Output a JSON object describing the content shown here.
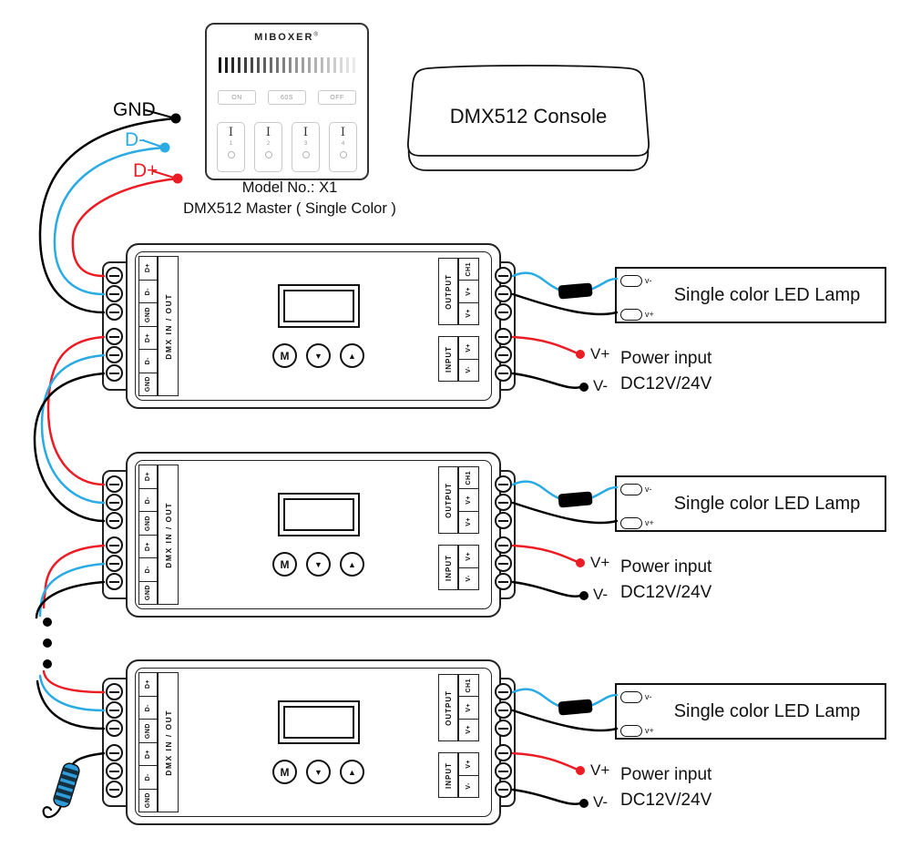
{
  "colors": {
    "wire_black": "#000000",
    "wire_blue": "#2aabe4",
    "wire_red": "#ec1c24",
    "resistor_blue": "#2f9ddc"
  },
  "remote": {
    "brand": "MIBOXER",
    "brand_reg": "®",
    "mode_buttons": [
      "ON",
      "60S",
      "OFF"
    ],
    "zone_icon": "I",
    "zone_numbers": [
      "1",
      "2",
      "3",
      "4"
    ],
    "model_line": "Model No.: X1",
    "type_line": "DMX512 Master ( Single Color )"
  },
  "console": {
    "label": "DMX512 Console"
  },
  "bus_labels": [
    {
      "text": "GND",
      "color": "#000000"
    },
    {
      "text": "D-",
      "color": "#2aabe4"
    },
    {
      "text": "D+",
      "color": "#ec1c24"
    }
  ],
  "controller": {
    "terminal_labels": [
      "D+",
      "D-",
      "GND",
      "D+",
      "D-",
      "GND"
    ],
    "dmx_io_label": "DMX IN / OUT",
    "buttons": [
      "M",
      "▼",
      "▲"
    ],
    "output_label": "OUTPUT",
    "output_pins": [
      "CH1",
      "V+",
      "V+"
    ],
    "input_label": "INPUT",
    "input_pins": [
      "V+",
      "V-"
    ]
  },
  "lamp": {
    "label": "Single color LED Lamp",
    "neg": "v-",
    "pos": "v+"
  },
  "power": {
    "pos": "V+",
    "neg": "V-",
    "line1": "Power input",
    "line2": "DC12V/24V"
  }
}
